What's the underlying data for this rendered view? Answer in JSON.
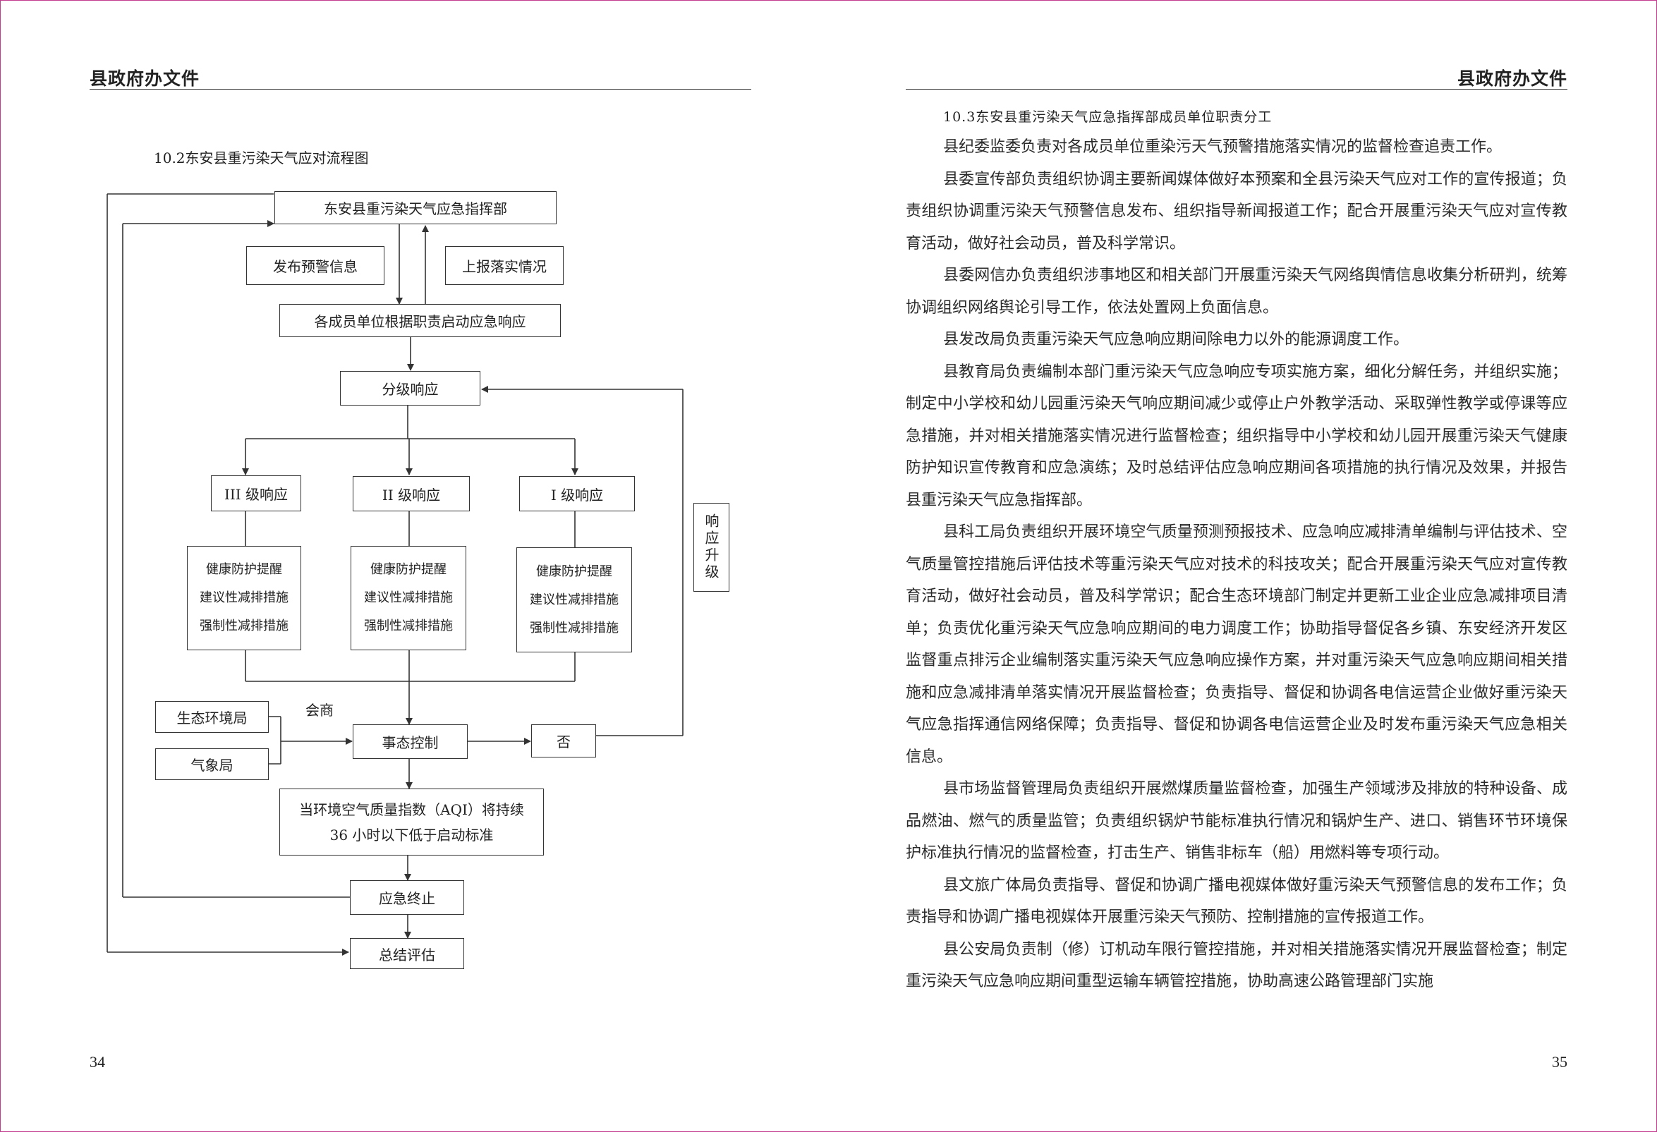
{
  "left_page": {
    "header": "县政府办文件",
    "page_number": "34",
    "figure_title": "10.2东安县重污染天气应对流程图",
    "flowchart": {
      "hq": "东安县重污染天气应急指挥部",
      "publish_warning": "发布预警信息",
      "report_implementation": "上报落实情况",
      "members_respond": "各成员单位根据职责启动应急响应",
      "graded_response": "分级响应",
      "level3": "III 级响应",
      "level2": "II 级响应",
      "level1": "I 级响应",
      "measures": [
        "健康防护提醒",
        "建议性减排措施",
        "强制性减排措施"
      ],
      "upgrade": "响应升级",
      "eco_bureau": "生态环境局",
      "weather_bureau": "气象局",
      "consult": "会商",
      "situation_control": "事态控制",
      "no": "否",
      "aqi_line1": "当环境空气质量指数（AQI）将持续",
      "aqi_line2": "36 小时以下低于启动标准",
      "terminate": "应急终止",
      "summary": "总结评估"
    }
  },
  "right_page": {
    "header": "县政府办文件",
    "page_number": "35",
    "section_title": "10.3东安县重污染天气应急指挥部成员单位职责分工",
    "paragraphs": [
      "县纪委监委负责对各成员单位重染污天气预警措施落实情况的监督检查追责工作。",
      "县委宣传部负责组织协调主要新闻媒体做好本预案和全县污染天气应对工作的宣传报道；负责组织协调重污染天气预警信息发布、组织指导新闻报道工作；配合开展重污染天气应对宣传教育活动，做好社会动员，普及科学常识。",
      "县委网信办负责组织涉事地区和相关部门开展重污染天气网络舆情信息收集分析研判，统筹协调组织网络舆论引导工作，依法处置网上负面信息。",
      "县发改局负责重污染天气应急响应期间除电力以外的能源调度工作。",
      "县教育局负责编制本部门重污染天气应急响应专项实施方案，细化分解任务，并组织实施；制定中小学校和幼儿园重污染天气响应期间减少或停止户外教学活动、采取弹性教学或停课等应急措施，并对相关措施落实情况进行监督检查；组织指导中小学校和幼儿园开展重污染天气健康防护知识宣传教育和应急演练；及时总结评估应急响应期间各项措施的执行情况及效果，并报告县重污染天气应急指挥部。",
      "县科工局负责组织开展环境空气质量预测预报技术、应急响应减排清单编制与评估技术、空气质量管控措施后评估技术等重污染天气应对技术的科技攻关；配合开展重污染天气应对宣传教育活动，做好社会动员，普及科学常识；配合生态环境部门制定并更新工业企业应急减排项目清单；负责优化重污染天气应急响应期间的电力调度工作；协助指导督促各乡镇、东安经济开发区监督重点排污企业编制落实重污染天气应急响应操作方案，并对重污染天气应急响应期间相关措施和应急减排清单落实情况开展监督检查；负责指导、督促和协调各电信运营企业做好重污染天气应急指挥通信网络保障；负责指导、督促和协调各电信运营企业及时发布重污染天气应急相关信息。",
      "县市场监督管理局负责组织开展燃煤质量监督检查，加强生产领域涉及排放的特种设备、成品燃油、燃气的质量监管；负责组织锅炉节能标准执行情况和锅炉生产、进口、销售环节环境保护标准执行情况的监督检查，打击生产、销售非标车（船）用燃料等专项行动。",
      "县文旅广体局负责指导、督促和协调广播电视媒体做好重污染天气预警信息的发布工作；负责指导和协调广播电视媒体开展重污染天气预防、控制措施的宣传报道工作。",
      "县公安局负责制（修）订机动车限行管控措施，并对相关措施落实情况开展监督检查；制定重污染天气应急响应期间重型运输车辆管控措施，协助高速公路管理部门实施"
    ]
  }
}
